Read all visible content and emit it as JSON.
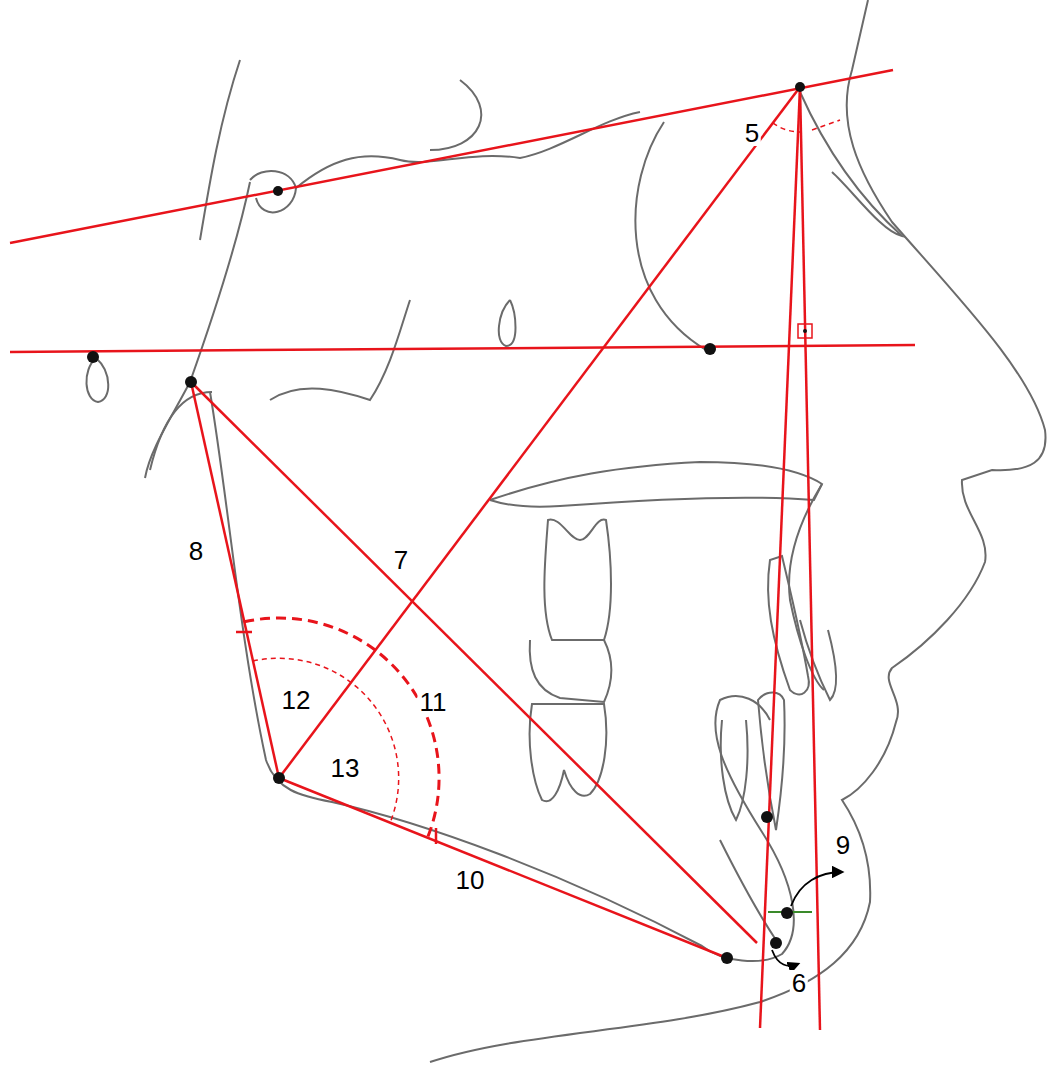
{
  "diagram": {
    "labels": [
      "5",
      "7",
      "8",
      "12",
      "11",
      "13",
      "9",
      "10",
      "6"
    ]
  }
}
